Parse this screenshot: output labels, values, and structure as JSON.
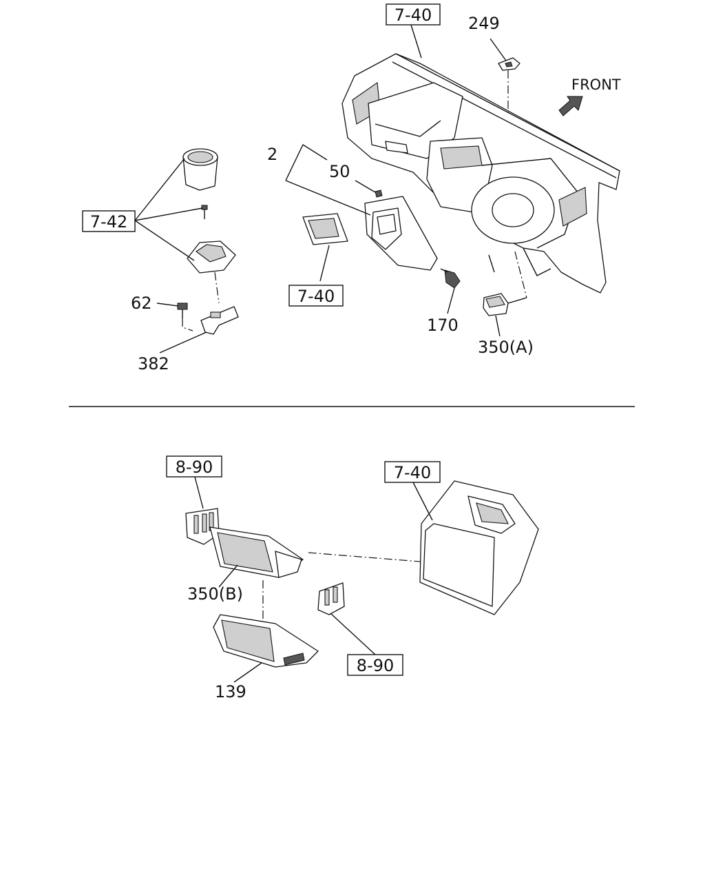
{
  "labels": {
    "ref_7_40_top": "7-40",
    "p249": "249",
    "front": "FRONT",
    "p2": "2",
    "p50": "50",
    "ref_7_42": "7-42",
    "ref_7_40_mid": "7-40",
    "p62": "62",
    "p382": "382",
    "p170": "170",
    "p350a": "350(A)",
    "ref_8_90_top": "8-90",
    "ref_7_40_bottom": "7-40",
    "p350b": "350(B)",
    "ref_8_90_bottom": "8-90",
    "p139": "139"
  },
  "colors": {
    "line": "#111111",
    "shade": "#cfcfcf",
    "dark": "#555555"
  }
}
